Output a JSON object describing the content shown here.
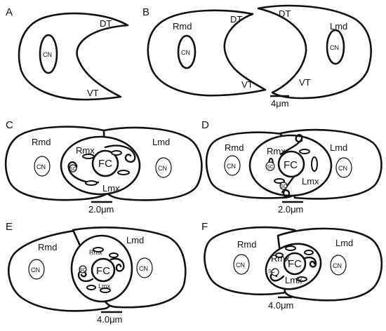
{
  "panels": {
    "A": {
      "letter": "A",
      "cn": "CN",
      "dt": "DT",
      "vt": "VT"
    },
    "B": {
      "letter": "B",
      "rmd": "Rmd",
      "lmd": "Lmd",
      "cn_left": "CN",
      "cn_right": "CN",
      "dt_left": "DT",
      "dt_right": "DT",
      "vt_left": "VT",
      "vt_right": "VT",
      "scale": "4μm"
    },
    "C": {
      "letter": "C",
      "rmd": "Rmd",
      "lmd": "Lmd",
      "rmx": "Rmx",
      "lmx": "Lmx",
      "fc": "FC",
      "cn_left": "CN",
      "cn_right": "CN",
      "sc": "SC",
      "scale": "2.0μm"
    },
    "D": {
      "letter": "D",
      "rmd": "Rmd",
      "lmd": "Lmd",
      "rmx": "Rmx",
      "lmx": "Lmx",
      "fc": "FC",
      "cn_left": "CN",
      "cn_right": "CN",
      "sc_left": "SC",
      "sc_bottom": "SC",
      "scale": "2.0μm"
    },
    "E": {
      "letter": "E",
      "rmd": "Rmd",
      "lmd": "Lmd",
      "rmx": "Rmx",
      "lmx": "Lmx",
      "fc": "FC",
      "cn_left": "CN",
      "cn_right": "CN",
      "sc": "SC",
      "scale": "4.0μm"
    },
    "F": {
      "letter": "F",
      "rmd": "Rmd",
      "lmd": "Lmd",
      "rmx": "Rmx",
      "lmx": "Lmx",
      "fc": "FC",
      "cn_left": "CN",
      "cn_right": "CN",
      "sc": "SC",
      "scale": "4.0μm"
    }
  }
}
